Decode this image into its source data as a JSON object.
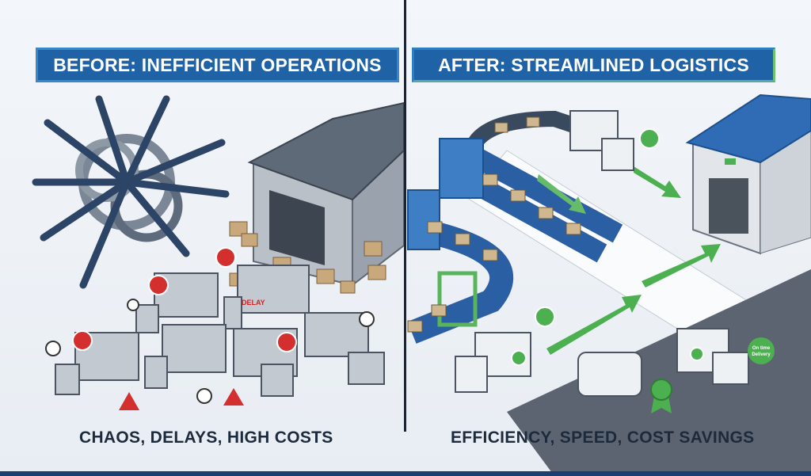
{
  "before": {
    "title": "BEFORE: INEFFICIENT OPERATIONS",
    "caption": "CHAOS, DELAYS, HIGH COSTS",
    "truck_label": "DELAY",
    "icons": [
      "tangled-arrows-icon",
      "warning-exclamation-icon",
      "clock-icon",
      "warning-triangle-icon"
    ]
  },
  "after": {
    "title": "AFTER: STREAMLINED LOGISTICS",
    "caption": "EFFICIENCY, SPEED, COST SAVINGS",
    "bubble_line1": "On time",
    "bubble_line2": "Delivery",
    "icons": [
      "checkmark-icon",
      "conveyor-belt-icon",
      "award-badge-icon",
      "green-arrow-icon"
    ]
  },
  "colors": {
    "banner": "#1f63a6",
    "accent_green": "#4caf50",
    "alert_red": "#d32f2f",
    "dark_blue": "#1b3f73"
  }
}
